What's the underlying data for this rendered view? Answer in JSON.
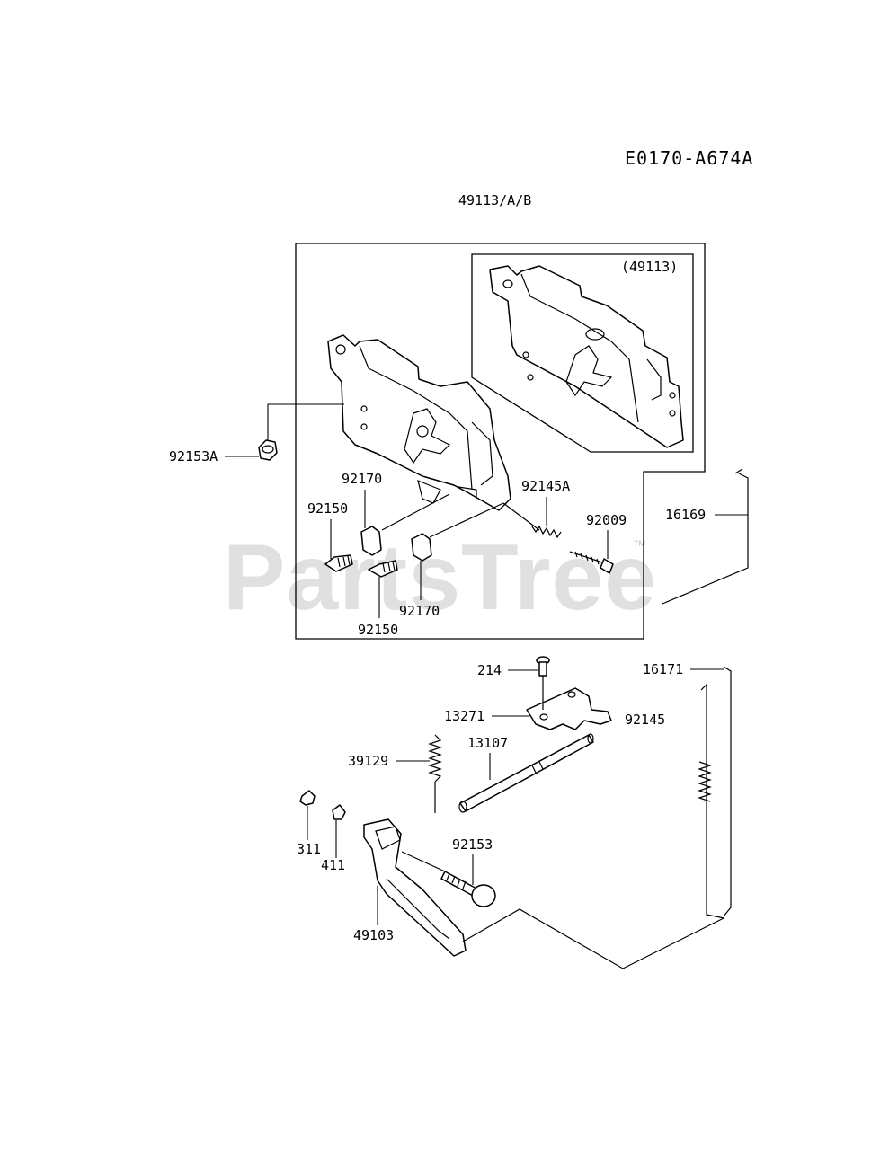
{
  "diagram": {
    "code": "E0170-A674A",
    "assembly_label": "49113/A/B",
    "inset_label": "(49113)",
    "watermark": "PartsTree",
    "trademark": "™",
    "callouts": {
      "p92153A": "92153A",
      "p92170_top": "92170",
      "p92145A": "92145A",
      "p92150_top": "92150",
      "p92009": "92009",
      "p16169": "16169",
      "p92170_bot": "92170",
      "p92150_bot": "92150",
      "p214": "214",
      "p16171": "16171",
      "p13271": "13271",
      "p92145": "92145",
      "p13107": "13107",
      "p39129": "39129",
      "p92153": "92153",
      "p311": "311",
      "p411": "411",
      "p49103": "49103"
    }
  }
}
